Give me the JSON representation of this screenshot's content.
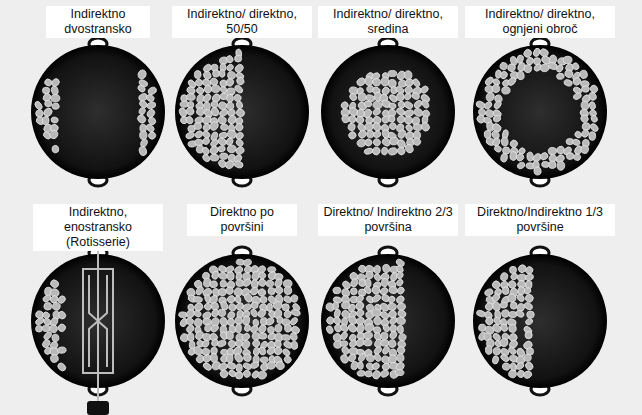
{
  "diagram": {
    "labels": [
      "Indirektno dvostransko",
      "Indirektno/ direktno, 50/50",
      "Indirektno/ direktno, sredina",
      "Indirektno/ direktno, ognjeni obroč",
      "Indirektno, enostransko (Rotisserie)",
      "Direktno po površini",
      "Direktno/ Indirektno 2/3 površina",
      "Direktno/Indirektno 1/3 površine"
    ]
  }
}
